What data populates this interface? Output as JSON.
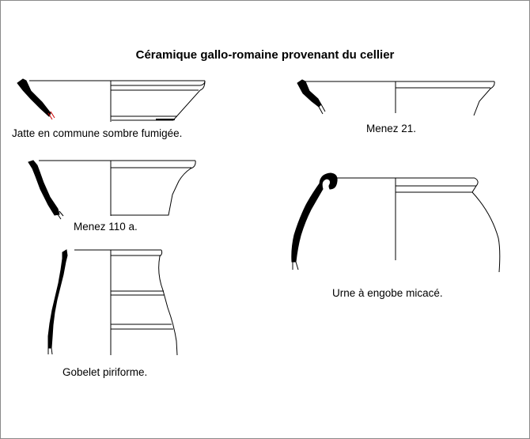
{
  "title": "Céramique gallo-romaine provenant du cellier",
  "captions": {
    "jatte": "Jatte en commune sombre fumigée.",
    "menez21": "Menez 21.",
    "menez110a": "Menez 110 a.",
    "urne": "Urne à engobe micacé.",
    "gobelet": "Gobelet piriforme."
  },
  "colors": {
    "profile": "#000000",
    "line": "#000000",
    "accent": "#cc0000"
  }
}
